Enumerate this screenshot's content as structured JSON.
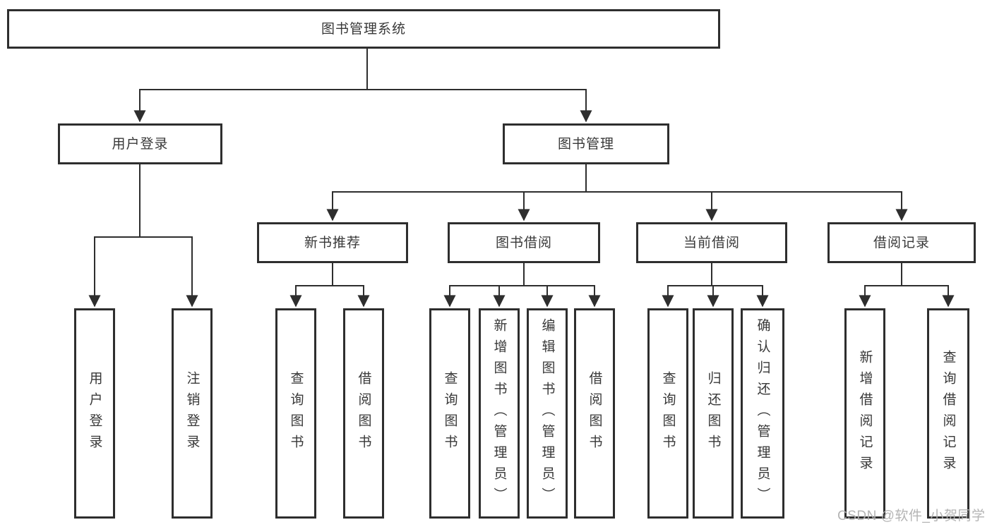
{
  "diagram": {
    "root": "图书管理系统",
    "level2": {
      "user_login": "用户登录",
      "book_mgmt": "图书管理"
    },
    "level3": {
      "new_books": "新书推荐",
      "borrowing": "图书借阅",
      "current": "当前借阅",
      "records": "借阅记录"
    },
    "leaves": {
      "user_login": "用户登录",
      "logout": "注销登录",
      "nb_query": "查询图书",
      "nb_borrow": "借阅图书",
      "bw_query": "查询图书",
      "bw_add": "新增图书（管理员）",
      "bw_edit": "编辑图书（管理员）",
      "bw_borrow": "借阅图书",
      "cur_query": "查询图书",
      "cur_return": "归还图书",
      "cur_confirm": "确认归还（管理员）",
      "rec_add": "新增借阅记录",
      "rec_query": "查询借阅记录"
    }
  },
  "watermark": {
    "text": "CSDN @软件_小贺同学"
  },
  "colors": {
    "line": "#2e2e2e",
    "text": "#383838",
    "watermark": "#b0b0b0",
    "background": "#ffffff"
  }
}
